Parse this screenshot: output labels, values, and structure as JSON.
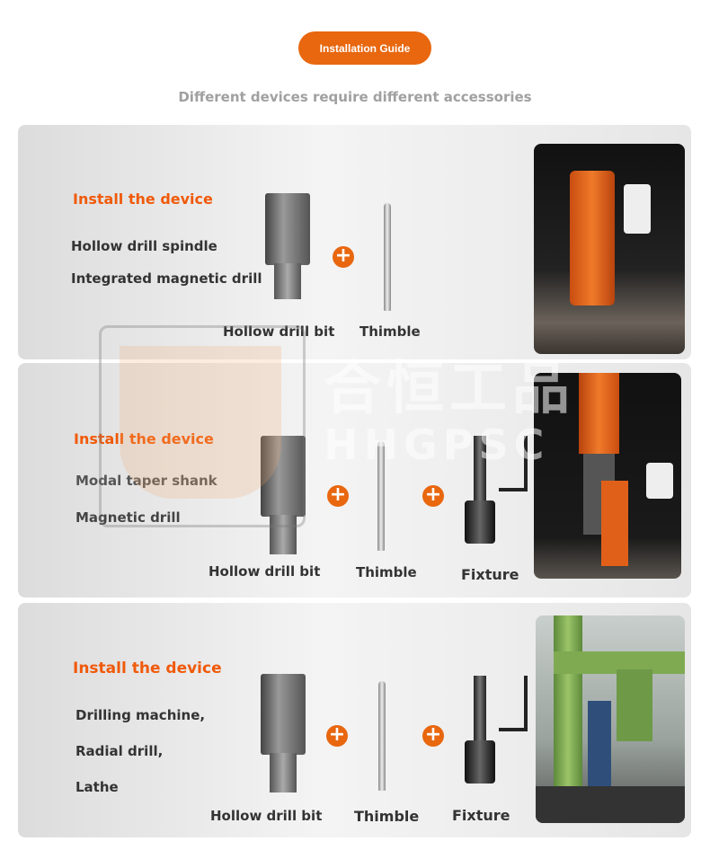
{
  "header": {
    "button_label": "Installation Guide",
    "subtitle": "Different devices require different accessories"
  },
  "watermark": {
    "chinese": "合恒工品",
    "latin": "HHGPSC"
  },
  "panels": [
    {
      "title": "Install the device",
      "lines": [
        "Hollow drill spindle",
        "Integrated magnetic drill"
      ],
      "items": [
        "Hollow drill bit",
        "Thimble"
      ],
      "photo": "magnetic-drill-photo"
    },
    {
      "title": "Install the device",
      "lines": [
        "Modal taper shank",
        "Magnetic drill"
      ],
      "items": [
        "Hollow drill bit",
        "Thimble",
        "Fixture"
      ],
      "photo": "magnetic-drill-photo"
    },
    {
      "title": "Install the device",
      "lines": [
        "Drilling machine,",
        "Radial drill,",
        "Lathe"
      ],
      "items": [
        "Hollow drill bit",
        "Thimble",
        "Fixture"
      ],
      "photo": "radial-drill-photo"
    }
  ],
  "plus_symbol": "+"
}
